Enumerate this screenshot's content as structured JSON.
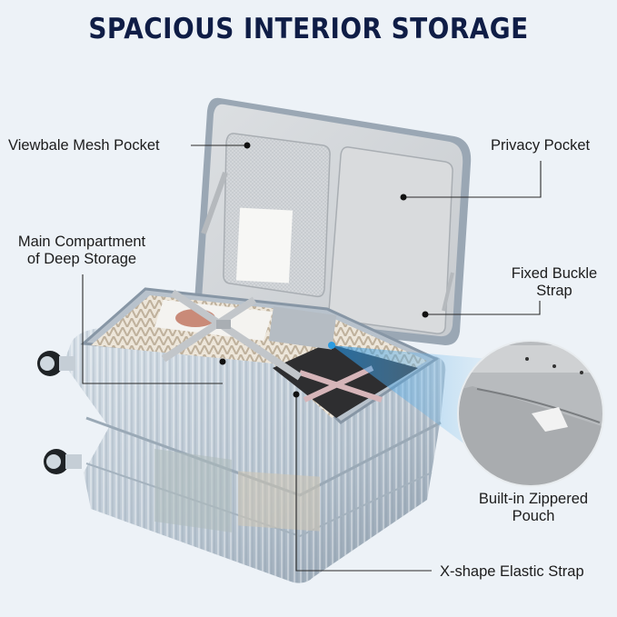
{
  "title": "SPACIOUS INTERIOR STORAGE",
  "callouts": [
    {
      "id": "mesh-pocket",
      "lines": [
        "Viewbale Mesh Pocket"
      ]
    },
    {
      "id": "privacy-pocket",
      "lines": [
        "Privacy Pocket"
      ]
    },
    {
      "id": "main-compartment",
      "lines": [
        "Main Compartment",
        "of Deep Storage"
      ]
    },
    {
      "id": "buckle-strap",
      "lines": [
        "Fixed Buckle",
        "Strap"
      ]
    },
    {
      "id": "zippered-pouch",
      "lines": [
        "Built-in Zippered",
        "Pouch"
      ]
    },
    {
      "id": "elastic-strap",
      "lines": [
        "X-shape Elastic Strap"
      ]
    }
  ],
  "colors": {
    "background": "#edf2f7",
    "title": "#0f1d46",
    "shell": "#b9c6d2",
    "lining": "#d6d8da",
    "highlight": "#2b9be0",
    "leader": "#2a2a2a"
  }
}
